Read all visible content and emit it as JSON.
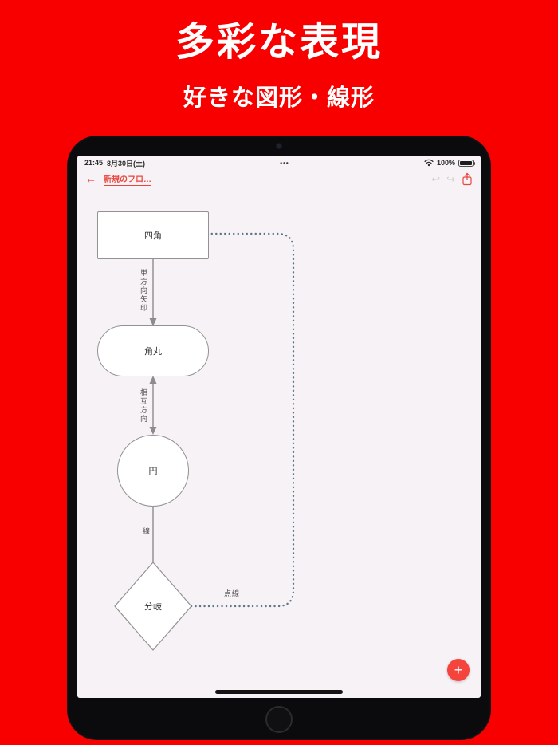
{
  "hero": {
    "title": "多彩な表現",
    "subtitle": "好きな図形・線形"
  },
  "statusbar": {
    "time": "21:45",
    "date": "8月30日(土)",
    "handle_dots": "•••",
    "battery_percent": "100%"
  },
  "toolbar": {
    "back_icon": "←",
    "title": "新規のフロ…",
    "undo_icon": "↩",
    "redo_icon": "↪"
  },
  "canvas": {
    "nodes": [
      {
        "id": "rectangle",
        "label": "四角"
      },
      {
        "id": "rounded",
        "label": "角丸"
      },
      {
        "id": "circle",
        "label": "円"
      },
      {
        "id": "diamond",
        "label": "分岐"
      }
    ],
    "edges": [
      {
        "id": "single-arrow",
        "label": "単方向矢印"
      },
      {
        "id": "double-arrow",
        "label": "相互方向"
      },
      {
        "id": "plain-line",
        "label": "線"
      },
      {
        "id": "dotted-line",
        "label": "点線"
      }
    ],
    "fab_label": "+"
  },
  "colors": {
    "background_red": "#f80000",
    "accent_red": "#e8473e",
    "shape_border": "#929292",
    "connector": "#8c8c8c",
    "dotted": "#5b7687",
    "canvas_bg": "#f7f2f6",
    "fab_red": "#f5443b"
  }
}
